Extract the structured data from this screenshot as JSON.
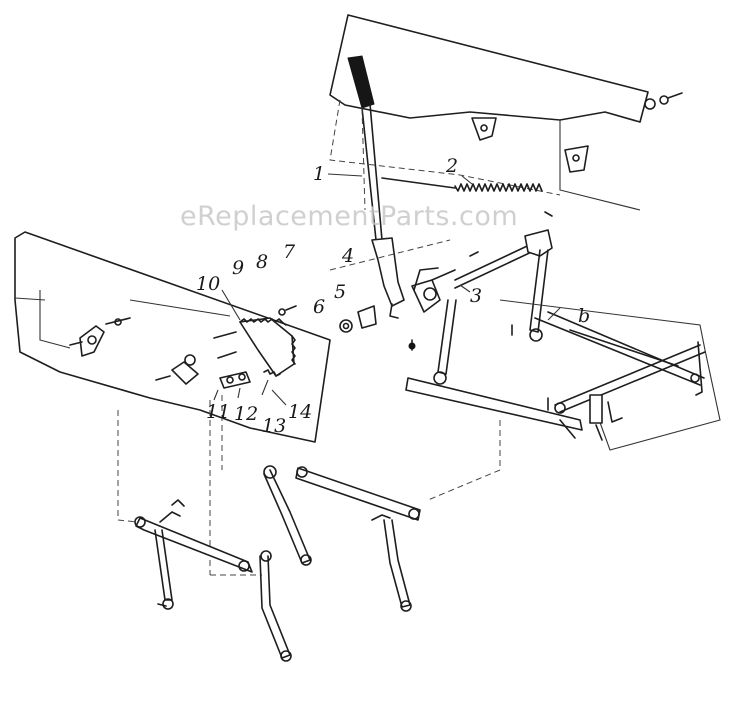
{
  "watermark": "eReplacementParts.com",
  "labels": [
    {
      "id": "part-1",
      "text": "1"
    },
    {
      "id": "part-2",
      "text": "2"
    },
    {
      "id": "part-3",
      "text": "3"
    },
    {
      "id": "part-4",
      "text": "4"
    },
    {
      "id": "part-5",
      "text": "5"
    },
    {
      "id": "part-6",
      "text": "6"
    },
    {
      "id": "part-7",
      "text": "7"
    },
    {
      "id": "part-8",
      "text": "8"
    },
    {
      "id": "part-9",
      "text": "9"
    },
    {
      "id": "part-10",
      "text": "10"
    },
    {
      "id": "part-11",
      "text": "11"
    },
    {
      "id": "part-12",
      "text": "12"
    },
    {
      "id": "part-13",
      "text": "13"
    },
    {
      "id": "part-14",
      "text": "14"
    },
    {
      "id": "part-b",
      "text": "b"
    }
  ],
  "colors": {
    "ink": "#1e1e1e",
    "background": "#ffffff",
    "watermark": "#c8c8c8"
  }
}
